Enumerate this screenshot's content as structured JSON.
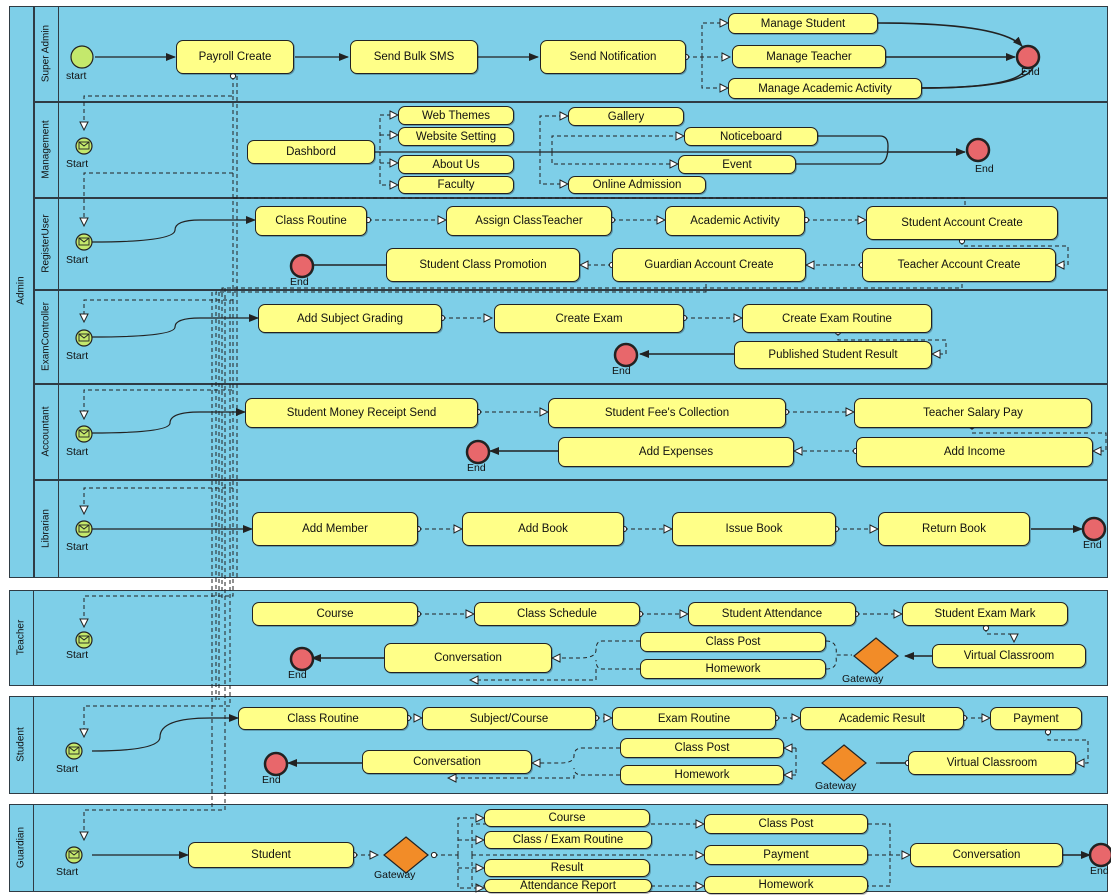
{
  "outer_pool": {
    "label": "Admin"
  },
  "lanes": {
    "super_admin": "Super Admin",
    "management": "Management",
    "register_user": "RegisterUser",
    "exam_controller": "ExamController",
    "accountant": "Accountant",
    "librarian": "Librarian",
    "teacher": "Teacher",
    "student": "Student",
    "guardian": "Guardian"
  },
  "events": {
    "start_lower": "start",
    "start": "Start",
    "end": "End",
    "gateway": "Gateway"
  },
  "tasks": {
    "payroll_create": "Payroll Create",
    "send_bulk_sms": "Send Bulk SMS",
    "send_notification": "Send Notification",
    "manage_student": "Manage Student",
    "manage_teacher": "Manage Teacher",
    "manage_academic_activity": "Manage Academic Activity",
    "dashbord": "Dashbord",
    "web_themes": "Web Themes",
    "website_setting": "Website Setting",
    "about_us": "About Us",
    "faculty": "Faculty",
    "gallery": "Gallery",
    "noticeboard": "Noticeboard",
    "event": "Event",
    "online_admission": "Online Admission",
    "class_routine": "Class Routine",
    "assign_class_teacher": "Assign ClassTeacher",
    "academic_activity": "Academic Activity",
    "student_account_create": "Student Account Create",
    "teacher_account_create": "Teacher Account Create",
    "guardian_account_create": "Guardian Account Create",
    "student_class_promotion": "Student Class Promotion",
    "add_subject_grading": "Add Subject Grading",
    "create_exam": "Create Exam",
    "create_exam_routine": "Create Exam Routine",
    "published_student_result": "Published Student Result",
    "student_money_receipt_send": "Student Money Receipt Send",
    "student_fee_collection": "Student Fee's Collection",
    "teacher_salary_pay": "Teacher Salary Pay",
    "add_income": "Add Income",
    "add_expenses": "Add Expenses",
    "add_member": "Add Member",
    "add_book": "Add Book",
    "issue_book": "Issue Book",
    "return_book": "Return Book",
    "course": "Course",
    "class_schedule": "Class Schedule",
    "student_attendance": "Student Attendance",
    "student_exam_mark": "Student Exam Mark",
    "virtual_classroom": "Virtual Classroom",
    "class_post": "Class Post",
    "homework": "Homework",
    "conversation": "Conversation",
    "subject_course": "Subject/Course",
    "exam_routine": "Exam Routine",
    "academic_result": "Academic Result",
    "payment": "Payment",
    "student": "Student",
    "class_exam_routine": "Class / Exam Routine",
    "result": "Result",
    "attendance_report": "Attendance Report"
  },
  "colors": {
    "lane_fill": "#7ecfe8",
    "task_fill": "#ffff88",
    "start_fill": "#c4e86c",
    "end_fill": "#e8676b",
    "gateway_fill": "#f28c28",
    "line": "#222222"
  }
}
